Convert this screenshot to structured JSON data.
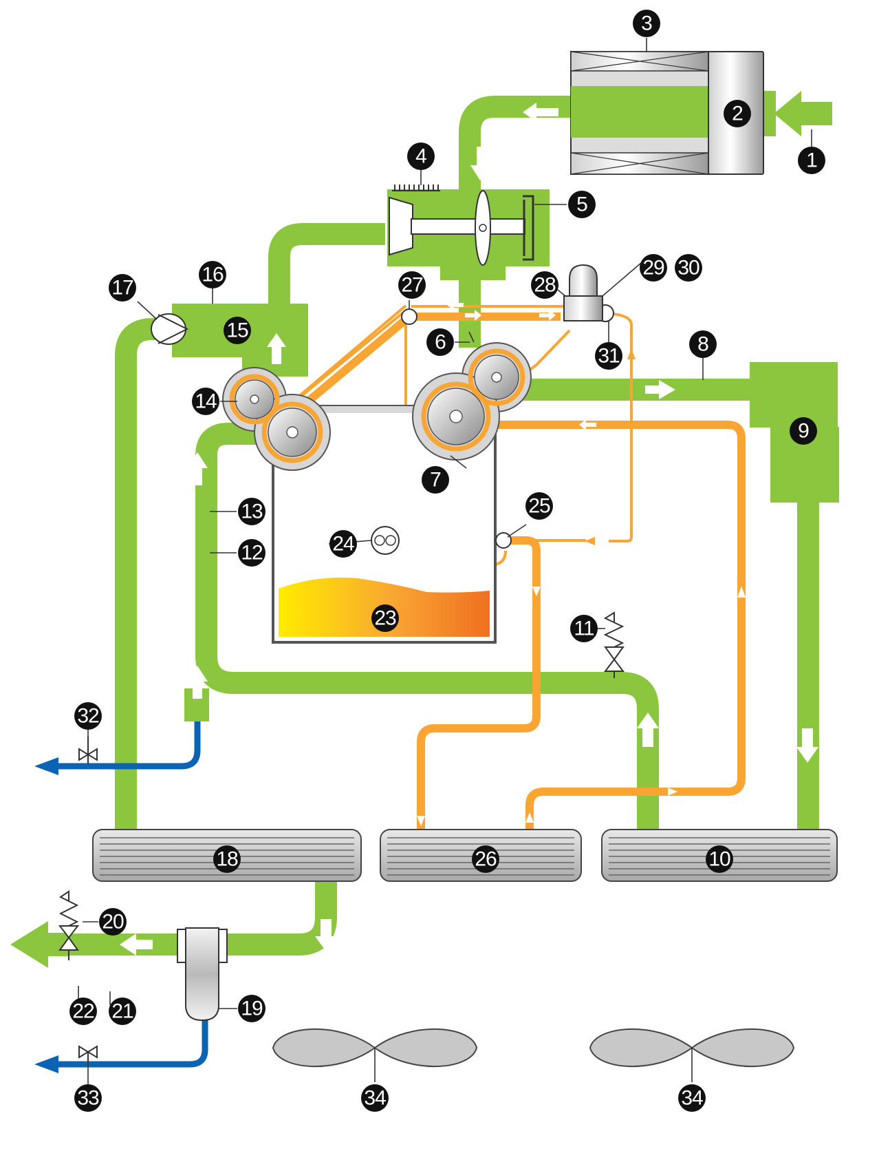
{
  "colors": {
    "air": "#8cc63f",
    "oil": "#f9a533",
    "water": "#0b63b4",
    "marker": "#111111"
  },
  "callouts": {
    "c1": "1",
    "c2": "2",
    "c3": "3",
    "c4": "4",
    "c5": "5",
    "c6": "6",
    "c7": "7",
    "c8": "8",
    "c9": "9",
    "c10": "10",
    "c11": "11",
    "c12": "12",
    "c13": "13",
    "c14": "14",
    "c15": "15",
    "c16": "16",
    "c17": "17",
    "c18": "18",
    "c19": "19",
    "c20": "20",
    "c21": "21",
    "c22": "22",
    "c23": "23",
    "c24": "24",
    "c25": "25",
    "c26": "26",
    "c27": "27",
    "c28": "28",
    "c29": "29",
    "c30": "30",
    "c31": "31",
    "c32": "32",
    "c33": "33",
    "c34a": "34",
    "c34b": "34"
  }
}
